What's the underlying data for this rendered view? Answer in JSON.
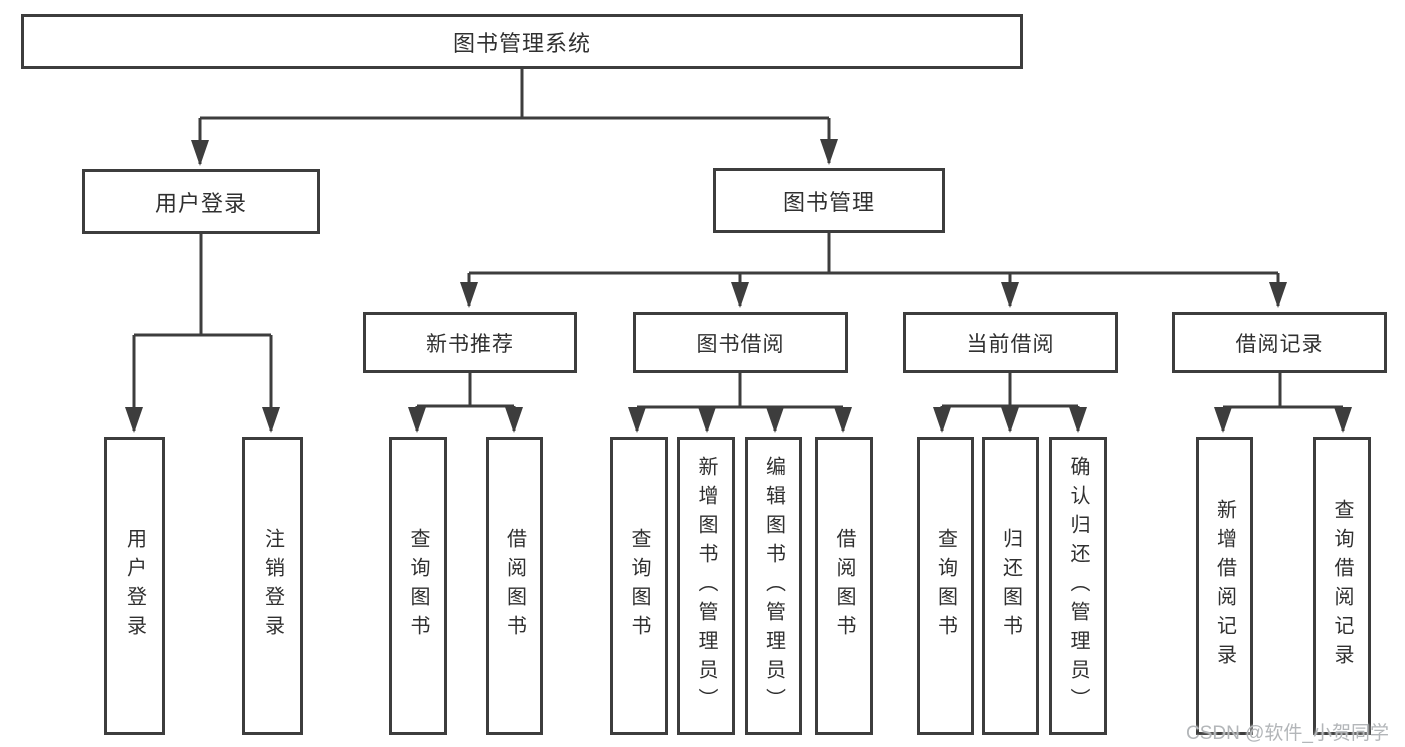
{
  "tree": {
    "label": "图书管理系统",
    "children": [
      {
        "label": "用户登录",
        "children": [
          {
            "label": "用户登录"
          },
          {
            "label": "注销登录"
          }
        ]
      },
      {
        "label": "图书管理",
        "children": [
          {
            "label": "新书推荐",
            "children": [
              {
                "label": "查询图书"
              },
              {
                "label": "借阅图书"
              }
            ]
          },
          {
            "label": "图书借阅",
            "children": [
              {
                "label": "查询图书"
              },
              {
                "label": "新增图书（管理员）"
              },
              {
                "label": "编辑图书（管理员）"
              },
              {
                "label": "借阅图书"
              }
            ]
          },
          {
            "label": "当前借阅",
            "children": [
              {
                "label": "查询图书"
              },
              {
                "label": "归还图书"
              },
              {
                "label": "确认归还（管理员）"
              }
            ]
          },
          {
            "label": "借阅记录",
            "children": [
              {
                "label": "新增借阅记录"
              },
              {
                "label": "查询借阅记录"
              }
            ]
          }
        ]
      }
    ]
  },
  "watermark": {
    "text": "CSDN @软件_小贺同学"
  },
  "colors": {
    "line": "#3d3d3d",
    "box_background": "#ffffff",
    "text": "#303030",
    "watermark": "#b3b6b9"
  }
}
